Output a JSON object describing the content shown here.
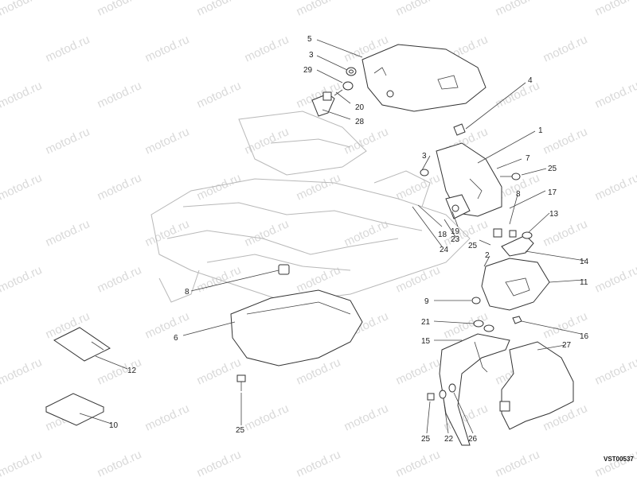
{
  "diagram": {
    "watermark_text": "motod.ru",
    "drawing_code": "VST00537",
    "callouts": [
      "5",
      "3",
      "29",
      "20",
      "28",
      "4",
      "1",
      "3",
      "7",
      "25",
      "8",
      "17",
      "13",
      "18",
      "19",
      "23",
      "25",
      "2",
      "24",
      "14",
      "11",
      "8",
      "9",
      "6",
      "21",
      "16",
      "15",
      "27",
      "12",
      "10",
      "25",
      "25",
      "22",
      "26"
    ],
    "colors": {
      "line": "#333333",
      "watermark": "#d9d9d9",
      "background": "#ffffff"
    }
  }
}
